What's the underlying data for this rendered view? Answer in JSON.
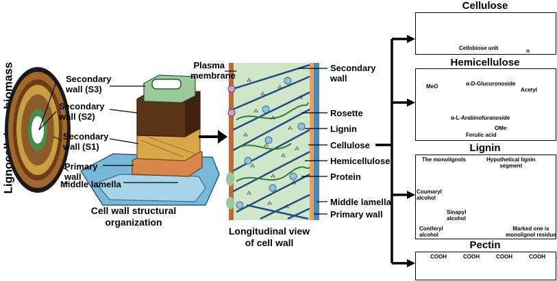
{
  "side_title": "Lignocellulose biomass",
  "left_labels": {
    "s3": "Secondary\nwall (S3)",
    "s2": "Secondary\nwall (S2)",
    "s1": "Secondary\nwall (S1)",
    "primary": "Primary\nwall",
    "middle": "Middle lamella"
  },
  "left_caption": "Cell wall structural\norganization",
  "mid_caption": "Longitudinal view\nof cell wall",
  "mid_labels": {
    "plasma": "Plasma\nmembrane",
    "secondary": "Secondary\nwall",
    "rosette": "Rosette",
    "lignin": "Lignin",
    "cellulose": "Cellulose",
    "hemicellulose": "Hemicellulose",
    "protein": "Protein",
    "middle_lamella": "Middle lamella",
    "primary_wall": "Primary wall"
  },
  "panels": {
    "cellulose": {
      "title": "Cellulose",
      "unit": "Cellobiose unit",
      "n": "n"
    },
    "hemicellulose": {
      "title": "Hemicellulose",
      "glucuronoside": "α-D-Glucuronoside",
      "acetyl": "Acetyl",
      "arabinofuranoside": "α-L-Arabinofuranoside",
      "ferulic": "Ferulic acid",
      "meo": "MeO",
      "ome": "OMe"
    },
    "lignin": {
      "title": "Lignin",
      "monolignols": "The monolignols",
      "hypothetical": "Hypothetical lignin\nsegment",
      "coumaryl": "Coumaryl\nalcohol",
      "sinapyl": "Sinapyl\nalcohol",
      "coniferyl": "Coniferyl\nalcohol",
      "marked": "Marked one is\nmonolignol residue"
    },
    "pectin": {
      "title": "Pectin",
      "cooh": "COOH"
    }
  },
  "colors": {
    "ring_outer": "#1a1a1a",
    "ring_brown": "#a0682c",
    "ring_gold": "#c8a040",
    "ring_green": "#4a8a4a",
    "s3_green": "#9bc99b",
    "s2_brown": "#5a3418",
    "s1_gold": "#d8a848",
    "primary_orange": "#d8884a",
    "lamella_blue": "#78b8d8",
    "wall_fill": "#cfe6c8",
    "fibril_blue": "#1e4a86",
    "hemi_green": "#2f7a3a"
  }
}
